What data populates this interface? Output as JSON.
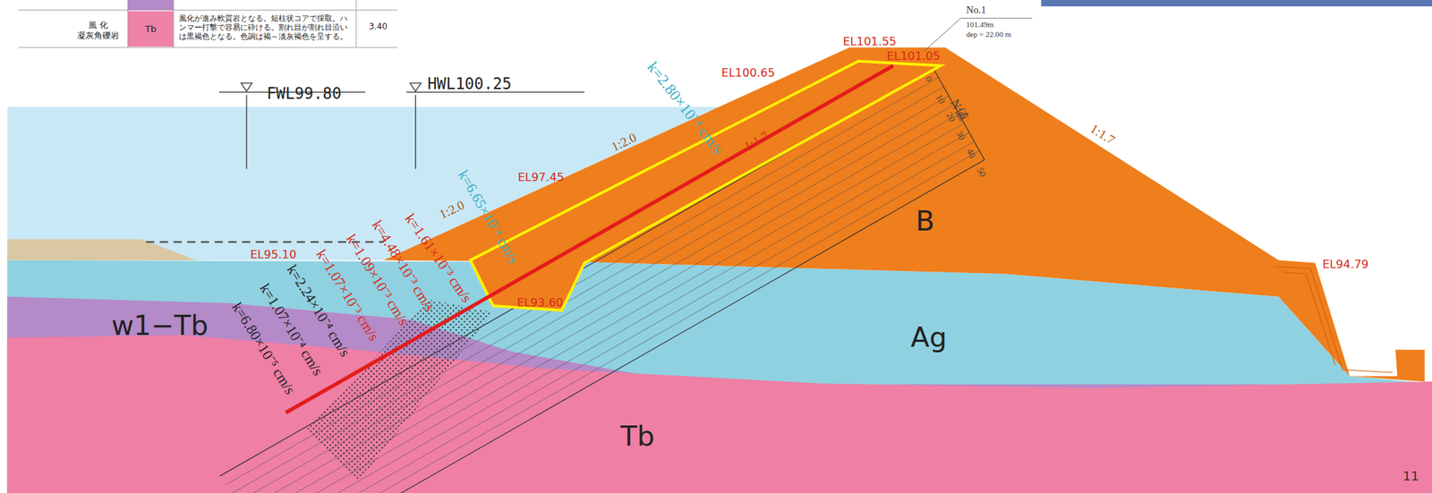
{
  "diagram": {
    "labels": [
      "FWL99.80",
      "HWL100.25",
      "EL101.55",
      "EL101.05",
      "EL100.65",
      "EL97.45",
      "EL95.10",
      "EL93.60",
      "EL94.79",
      "No.1",
      "101.49m",
      "dep = 22.00 m",
      "N値",
      "0",
      "10",
      "20",
      "30",
      "40",
      "50",
      "1:2.0",
      "1:2.0",
      "1:1.7",
      "1:1.7",
      "k=2.80×10⁻⁴ cm/s",
      "k=6.65×10⁻⁴ cm/s",
      "k=1.61×10⁻³ cm/s",
      "k=4.48×10⁻³ cm/s",
      "k=1.09×10⁻³ cm/s",
      "k=1.07×10⁻³ cm/s",
      "k=2.24×10⁻⁴ cm/s",
      "k=1.07×10⁻⁴ cm/s",
      "k=6.80×10⁻⁵ cm/s",
      "B",
      "Ag",
      "w1−Tb",
      "Tb",
      "風 化 凝灰角礫岩",
      "風化が進み軟質岩となる。短柱状コアで採取。ハンマー打撃で容易に砕ける。割れ目が割れ目沿いは黒褐色となる。色調は褐～淡灰褐色を呈する。",
      "3.40",
      "11"
    ],
    "legend": [
      {
        "text": "Tb",
        "color": "#ee82a8"
      }
    ]
  }
}
